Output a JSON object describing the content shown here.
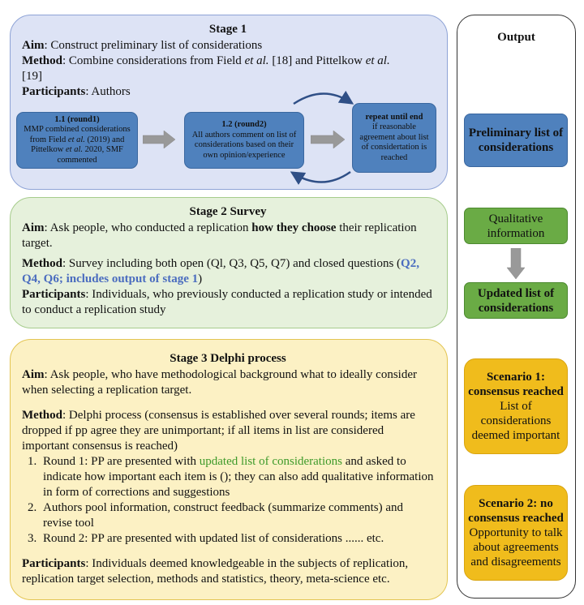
{
  "stage1": {
    "title": "Stage 1",
    "aim_label": "Aim",
    "aim_text": ": Construct preliminary list of considerations",
    "method_label": "Method",
    "method_text_a": ": Combine considerations from Field ",
    "method_etal1": "et al.",
    "method_text_b": " [18] and Pittelkow ",
    "method_etal2": "et al.",
    "method_text_c": " [19]",
    "participants_label": "Participants",
    "participants_text": ": Authors",
    "round1": {
      "title": "1.1 (round1)",
      "text_a": "MMP combined considerations from Field ",
      "etal1": "et al.",
      "text_b": " (2019) and Pittelkow ",
      "etal2": "et al.",
      "text_c": " 2020, SMF commented"
    },
    "round2": {
      "title": "1.2 (round2)",
      "text": "All authors comment on list of considerations based on their own opinion/experience"
    },
    "repeat": {
      "title": "repeat until end",
      "text": "if reasonable agreement about list of considertation is reached"
    }
  },
  "stage2": {
    "title": "Stage 2 Survey",
    "aim_label": "Aim",
    "aim_text_a": ": Ask people, who conducted a replication ",
    "aim_bold": "how they choose",
    "aim_text_b": " their replication target.",
    "method_label": "Method",
    "method_text": ": Survey including both open (Ql, Q3, Q5, Q7) and closed questions (",
    "method_highlight": "Q2, Q4, Q6; includes output of stage 1",
    "method_close": ")",
    "participants_label": "Participants",
    "participants_text": ": Individuals, who previously conducted a replication study or intended to conduct a replication study"
  },
  "stage3": {
    "title": "Stage 3 Delphi process",
    "aim_label": "Aim",
    "aim_text": ": Ask people, who have methodological background what to ideally consider when selecting a replication target.",
    "method_label": "Method",
    "method_text": ": Delphi process (consensus is established over several rounds; items are dropped if pp agree they are unimportant; if all items in list are considered important consensus is reached)",
    "steps": [
      {
        "a": "Round 1: PP are presented with ",
        "green": "updated list of considerations",
        "b": " and asked to indicate how important each item is (); they can also add qualitative information in form of corrections and suggestions"
      },
      {
        "a": "Authors pool information, construct feedback (summarize comments) and revise tool",
        "green": "",
        "b": ""
      },
      {
        "a": "Round 2: PP are presented with updated list of considerations ...... etc.",
        "green": "",
        "b": ""
      }
    ],
    "participants_label": "Participants",
    "participants_text": ": Individuals deemed knowledgeable in the subjects of replication, replication target selection, methods and statistics, theory, meta-science etc."
  },
  "output": {
    "title": "Output",
    "preliminary": "Preliminary list of considerations",
    "qualitative": "Qualitative information",
    "updated": "Updated list of considerations",
    "scenario1_title": "Scenario 1: consensus reached",
    "scenario1_text": "List of considerations deemed important",
    "scenario2_title": "Scenario 2: no consensus reached",
    "scenario2_text": "Opportunity to talk about agreements and disagreements"
  },
  "colors": {
    "stage1_bg": "#dde3f5",
    "stage2_bg": "#e6f1dc",
    "stage3_bg": "#fcf1c4",
    "blue_box": "#4f81bd",
    "green_box": "#6aab45",
    "yellow_box": "#f0bc1c",
    "highlight_blue": "#4a6cbf",
    "highlight_green": "#3d9a2a"
  }
}
